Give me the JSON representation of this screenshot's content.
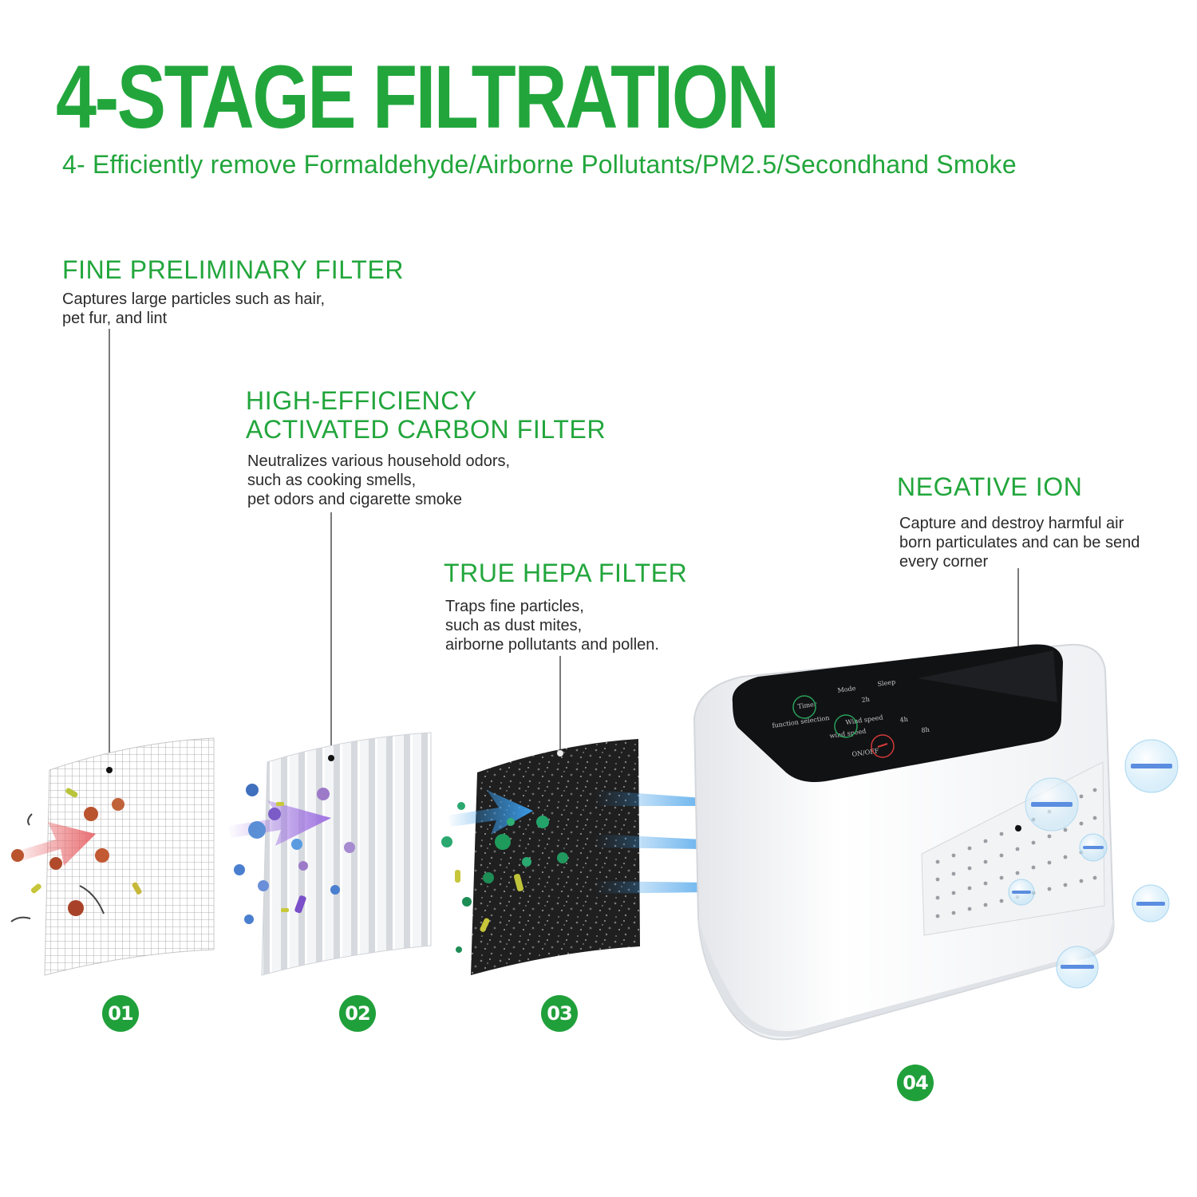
{
  "header": {
    "title": "4-STAGE FILTRATION",
    "subtitle": "4- Efficiently remove Formaldehyde/Airborne Pollutants/PM2.5/Secondhand Smoke"
  },
  "stages": [
    {
      "number": "01",
      "heading": [
        "FINE PRELIMINARY FILTER"
      ],
      "description": [
        "Captures large particles such as hair,",
        "pet fur, and lint"
      ]
    },
    {
      "number": "02",
      "heading": [
        "HIGH-EFFICIENCY",
        "ACTIVATED CARBON FILTER"
      ],
      "description": [
        "Neutralizes various household odors,",
        "such as cooking smells,",
        "pet odors and cigarette smoke"
      ]
    },
    {
      "number": "03",
      "heading": [
        "TRUE HEPA FILTER"
      ],
      "description": [
        "Traps fine particles,",
        "such as dust mites,",
        "airborne pollutants and pollen."
      ]
    },
    {
      "number": "04",
      "heading": [
        "NEGATIVE ION"
      ],
      "description": [
        "Capture and destroy harmful air",
        "born particulates and can be send",
        "every corner"
      ]
    }
  ],
  "panel": {
    "labels": [
      "Timer",
      "Wind speed",
      "function selection",
      "wind speed",
      "ON/OFF",
      "Mode",
      "Sleep",
      "2h",
      "4h",
      "8h"
    ]
  },
  "colors": {
    "brand_green": "#22a63c",
    "badge_green": "#20a03a",
    "airflow_blue": "#3a9be8",
    "ion_blue": "#5b8de0"
  }
}
